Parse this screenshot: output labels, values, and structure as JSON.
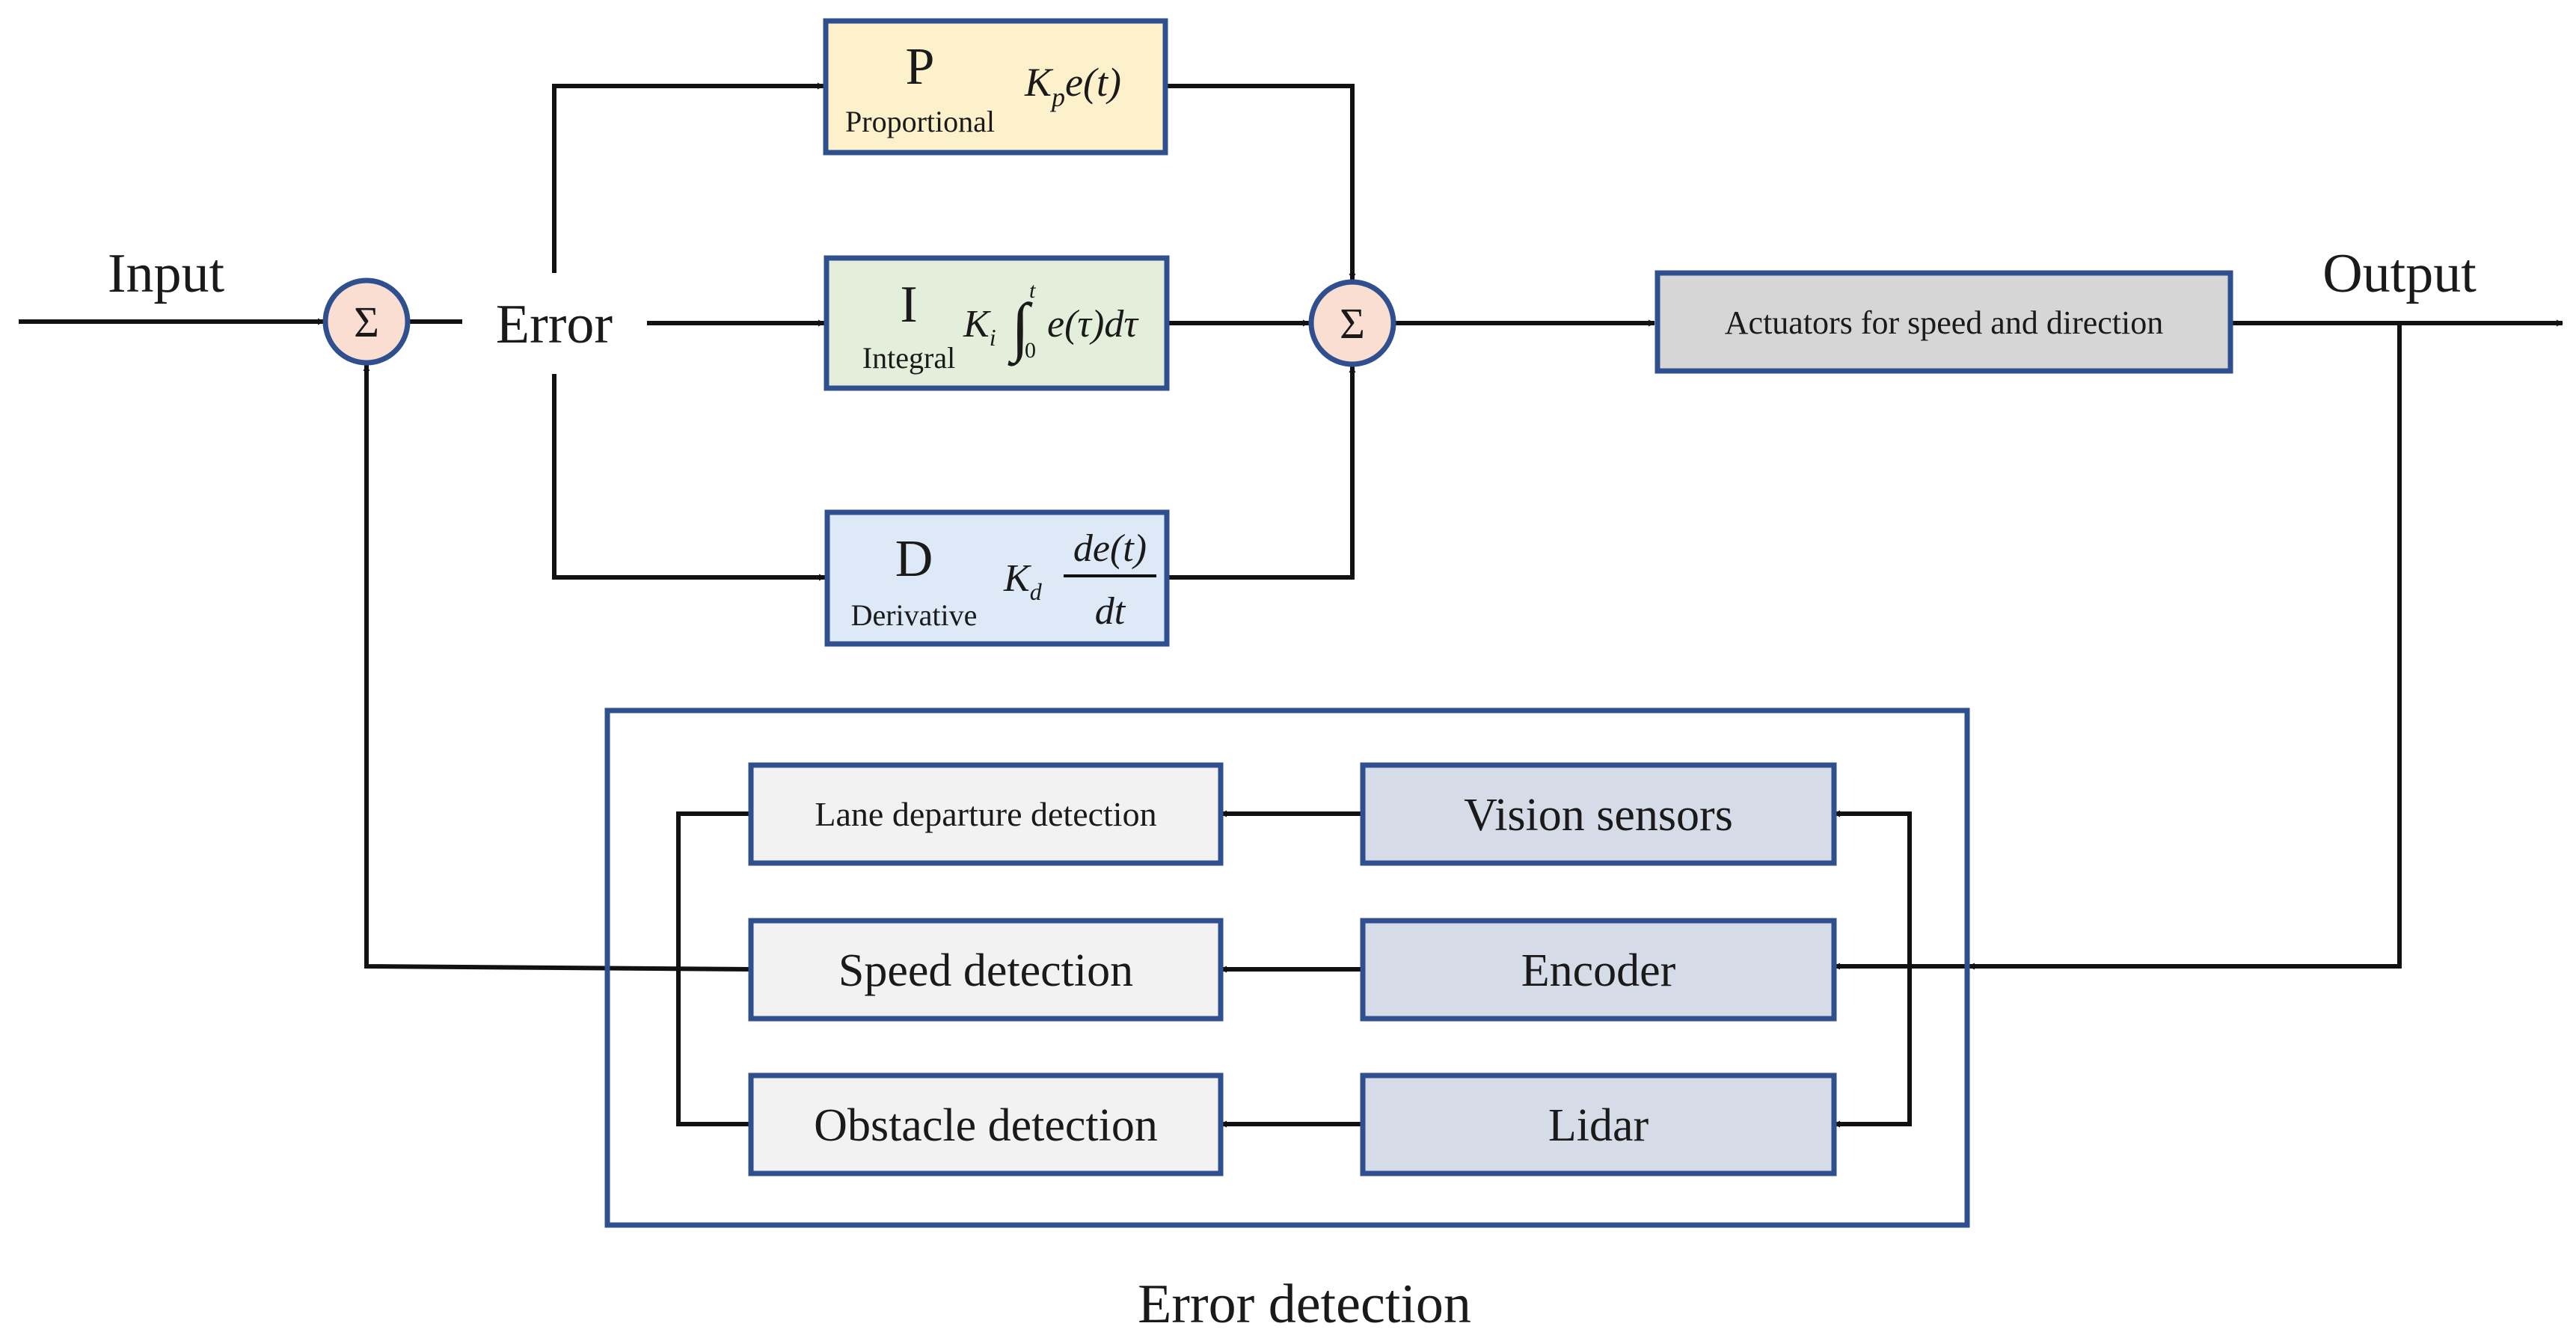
{
  "labels": {
    "input": "Input",
    "output": "Output",
    "error": "Error",
    "error_detection": "Error detection"
  },
  "summing_junction_symbol": "Σ",
  "controller": {
    "p": {
      "letter": "P",
      "name": "Proportional",
      "formula_k": "K",
      "formula_sub": "p",
      "formula_rest": "e(t)"
    },
    "i": {
      "letter": "I",
      "name": "Integral",
      "formula_k": "K",
      "formula_sub": "i",
      "formula_int_upper": "t",
      "formula_int_lower": "0",
      "formula_rest": "e(τ)dτ"
    },
    "d": {
      "letter": "D",
      "name": "Derivative",
      "formula_k": "K",
      "formula_sub": "d",
      "formula_num": "de(t)",
      "formula_den": "dt"
    }
  },
  "actuator": {
    "label": "Actuators for speed and direction"
  },
  "detection": {
    "lane": "Lane departure detection",
    "speed": "Speed detection",
    "obstacle": "Obstacle detection"
  },
  "sensors": {
    "vision": "Vision sensors",
    "encoder": "Encoder",
    "lidar": "Lidar"
  },
  "colors": {
    "box_border": "#2f4f8f",
    "p_fill": "#fdf1cc",
    "i_fill": "#e3efda",
    "d_fill": "#dde9f7",
    "sum_fill": "#f9ded1",
    "actuator_fill": "#d6d6d6",
    "sensor_fill": "#d6dce7",
    "detection_fill": "#f2f2f2"
  }
}
